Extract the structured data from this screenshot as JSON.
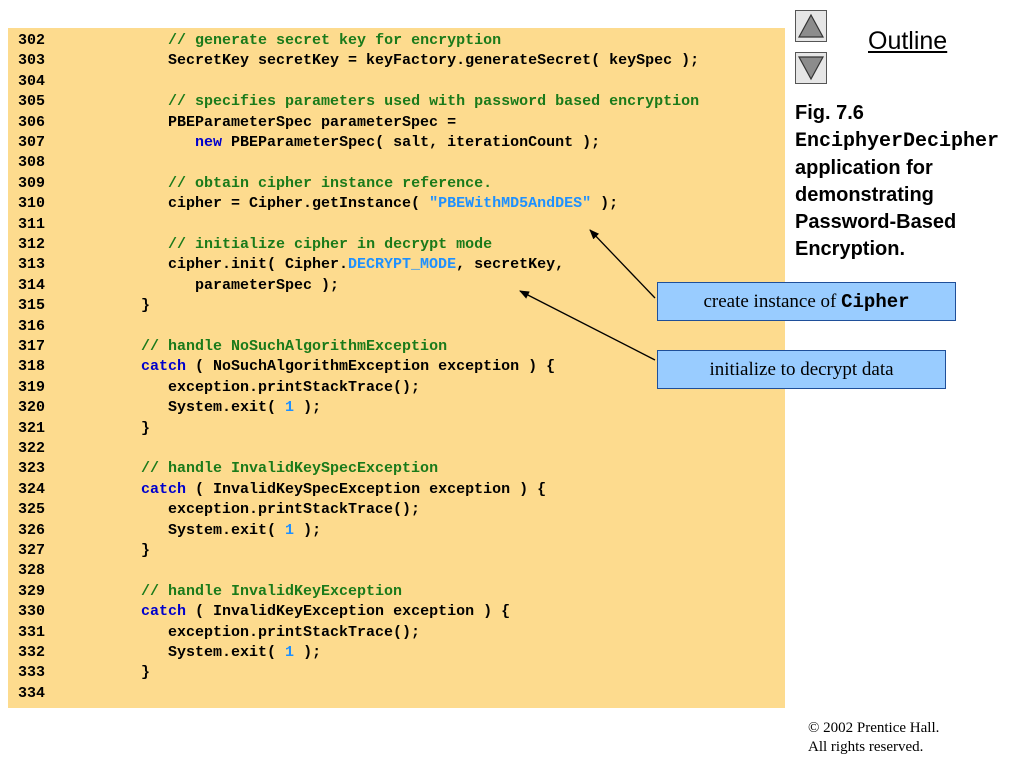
{
  "outline": {
    "title": "Outline",
    "up_icon": "triangle-up-icon",
    "down_icon": "triangle-down-icon"
  },
  "caption": {
    "fig_label": "Fig. 7.6",
    "class_name": "EnciphyerDecipher",
    "description": " application for demonstrating Password-Based Encryption."
  },
  "callouts": [
    {
      "text": "create instance of ",
      "code": "Cipher"
    },
    {
      "text": "initialize to decrypt data",
      "code": ""
    }
  ],
  "copyright": {
    "line1": "© 2002 Prentice Hall.",
    "line2": "All rights reserved."
  },
  "code": {
    "lines": [
      {
        "num": "302",
        "segments": [
          {
            "t": "            "
          },
          {
            "t": "// generate secret key for encryption",
            "c": "comment"
          }
        ]
      },
      {
        "num": "303",
        "segments": [
          {
            "t": "            SecretKey secretKey = keyFactory.generateSecret( keySpec );"
          }
        ]
      },
      {
        "num": "304",
        "segments": []
      },
      {
        "num": "305",
        "segments": [
          {
            "t": "            "
          },
          {
            "t": "// specifies parameters used with password based encryption",
            "c": "comment"
          }
        ]
      },
      {
        "num": "306",
        "segments": [
          {
            "t": "            PBEParameterSpec parameterSpec ="
          }
        ]
      },
      {
        "num": "307",
        "segments": [
          {
            "t": "               "
          },
          {
            "t": "new",
            "c": "keyword"
          },
          {
            "t": " PBEParameterSpec( salt, iterationCount );"
          }
        ]
      },
      {
        "num": "308",
        "segments": []
      },
      {
        "num": "309",
        "segments": [
          {
            "t": "            "
          },
          {
            "t": "// obtain cipher instance reference.",
            "c": "comment"
          }
        ]
      },
      {
        "num": "310",
        "segments": [
          {
            "t": "            cipher = Cipher.getInstance( "
          },
          {
            "t": "\"PBEWithMD5AndDES\"",
            "c": "string"
          },
          {
            "t": " );"
          }
        ]
      },
      {
        "num": "311",
        "segments": []
      },
      {
        "num": "312",
        "segments": [
          {
            "t": "            "
          },
          {
            "t": "// initialize cipher in decrypt mode",
            "c": "comment"
          }
        ]
      },
      {
        "num": "313",
        "segments": [
          {
            "t": "            cipher.init( Cipher."
          },
          {
            "t": "DECRYPT_MODE",
            "c": "const"
          },
          {
            "t": ", secretKey,"
          }
        ]
      },
      {
        "num": "314",
        "segments": [
          {
            "t": "               parameterSpec );"
          }
        ]
      },
      {
        "num": "315",
        "segments": [
          {
            "t": "         }"
          }
        ]
      },
      {
        "num": "316",
        "segments": []
      },
      {
        "num": "317",
        "segments": [
          {
            "t": "         "
          },
          {
            "t": "// handle NoSuchAlgorithmException",
            "c": "comment"
          }
        ]
      },
      {
        "num": "318",
        "segments": [
          {
            "t": "         "
          },
          {
            "t": "catch",
            "c": "keyword"
          },
          {
            "t": " ( NoSuchAlgorithmException exception ) {"
          }
        ]
      },
      {
        "num": "319",
        "segments": [
          {
            "t": "            exception.printStackTrace();"
          }
        ]
      },
      {
        "num": "320",
        "segments": [
          {
            "t": "            System.exit( "
          },
          {
            "t": "1",
            "c": "number"
          },
          {
            "t": " );"
          }
        ]
      },
      {
        "num": "321",
        "segments": [
          {
            "t": "         }"
          }
        ]
      },
      {
        "num": "322",
        "segments": []
      },
      {
        "num": "323",
        "segments": [
          {
            "t": "         "
          },
          {
            "t": "// handle InvalidKeySpecException",
            "c": "comment"
          }
        ]
      },
      {
        "num": "324",
        "segments": [
          {
            "t": "         "
          },
          {
            "t": "catch",
            "c": "keyword"
          },
          {
            "t": " ( InvalidKeySpecException exception ) {"
          }
        ]
      },
      {
        "num": "325",
        "segments": [
          {
            "t": "            exception.printStackTrace();"
          }
        ]
      },
      {
        "num": "326",
        "segments": [
          {
            "t": "            System.exit( "
          },
          {
            "t": "1",
            "c": "number"
          },
          {
            "t": " );"
          }
        ]
      },
      {
        "num": "327",
        "segments": [
          {
            "t": "         }"
          }
        ]
      },
      {
        "num": "328",
        "segments": []
      },
      {
        "num": "329",
        "segments": [
          {
            "t": "         "
          },
          {
            "t": "// handle InvalidKeyException",
            "c": "comment"
          }
        ]
      },
      {
        "num": "330",
        "segments": [
          {
            "t": "         "
          },
          {
            "t": "catch",
            "c": "keyword"
          },
          {
            "t": " ( InvalidKeyException exception ) {"
          }
        ]
      },
      {
        "num": "331",
        "segments": [
          {
            "t": "            exception.printStackTrace();"
          }
        ]
      },
      {
        "num": "332",
        "segments": [
          {
            "t": "            System.exit( "
          },
          {
            "t": "1",
            "c": "number"
          },
          {
            "t": " );"
          }
        ]
      },
      {
        "num": "333",
        "segments": [
          {
            "t": "         }"
          }
        ]
      },
      {
        "num": "334",
        "segments": []
      }
    ]
  }
}
